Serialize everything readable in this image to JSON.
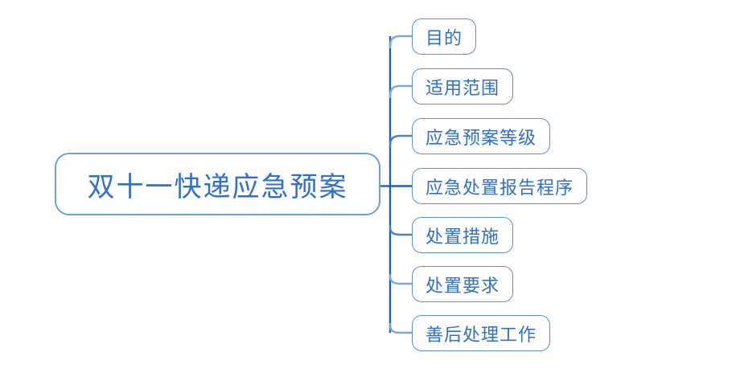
{
  "diagram": {
    "type": "mind-map",
    "title": "双十一快递应急预案",
    "orientation": "left-to-right",
    "colors": {
      "background": "#ffffff",
      "node_text": "#2f6fd0",
      "node_border": "#5b8fd4",
      "root_border": "#6f9ed8",
      "trunk_line": "#1f5fba",
      "branch_line": "#7ba7dd"
    },
    "root": {
      "label": "双十一快递应急预案"
    },
    "children": [
      {
        "label": "目的"
      },
      {
        "label": "适用范围"
      },
      {
        "label": "应急预案等级"
      },
      {
        "label": "应急处置报告程序"
      },
      {
        "label": "处置措施"
      },
      {
        "label": "处置要求"
      },
      {
        "label": "善后处理工作"
      }
    ]
  }
}
